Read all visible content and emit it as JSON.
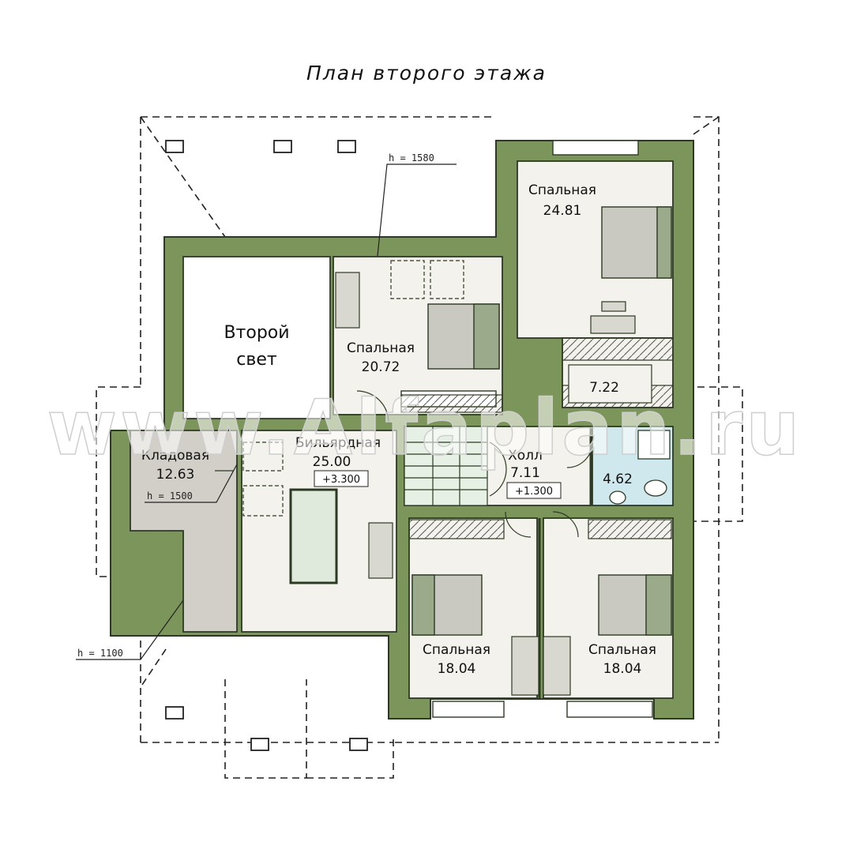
{
  "title": "План второго этажа",
  "watermark": "www.Alfaplan.ru",
  "colors": {
    "wall": "#7c955a",
    "wall_dark": "#2c3a22",
    "floor": "#f4f2ec",
    "storage_floor": "#d2cfc8",
    "bath_floor": "#cfe8ee",
    "bed": "#c9c9c2",
    "roof_line": "#222222"
  },
  "height_notes": [
    "h = 1580",
    "h = 1500",
    "h = 1100"
  ],
  "rooms": [
    {
      "name": "Второй",
      "name2": "свет"
    },
    {
      "name": "Спальная",
      "area": "20.72"
    },
    {
      "name": "Спальная",
      "area": "24.81"
    },
    {
      "name": "",
      "area": "7.22"
    },
    {
      "name": "Кладовая",
      "area": "12.63"
    },
    {
      "name": "Бильярдная",
      "area": "25.00",
      "level": "+3.300"
    },
    {
      "name": "Холл",
      "area": "7.11",
      "level": "+1.300"
    },
    {
      "name": "",
      "area": "4.62"
    },
    {
      "name": "Спальная",
      "area": "18.04"
    },
    {
      "name": "Спальная",
      "area": "18.04"
    }
  ]
}
